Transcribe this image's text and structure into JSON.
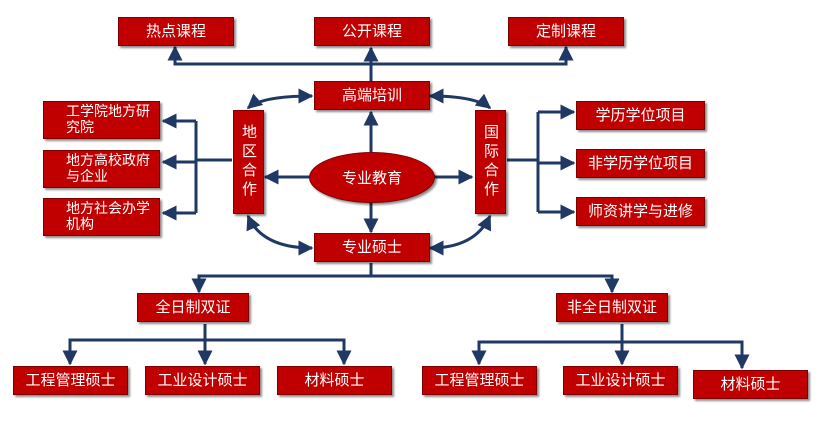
{
  "colors": {
    "box_fill": "#c00000",
    "box_text": "#ffffff",
    "connector": "#1f3864"
  },
  "top_courses": [
    "热点课程",
    "公开课程",
    "定制课程"
  ],
  "center": {
    "high_end_training": "高端培训",
    "professional_education": "专业教育",
    "professional_master": "专业硕士"
  },
  "regional_cooperation": {
    "label": "地区合作",
    "items": [
      "工学院地方研究院",
      "地方高校政府与企业",
      "地方社会办学机构"
    ]
  },
  "international_cooperation": {
    "label": "国际合作",
    "items": [
      "学历学位项目",
      "非学历学位项目",
      "师资讲学与进修"
    ]
  },
  "full_time": {
    "label": "全日制双证",
    "items": [
      "工程管理硕士",
      "工业设计硕士",
      "材料硕士"
    ]
  },
  "part_time": {
    "label": "非全日制双证",
    "items": [
      "工程管理硕士",
      "工业设计硕士",
      "材料硕士"
    ]
  }
}
